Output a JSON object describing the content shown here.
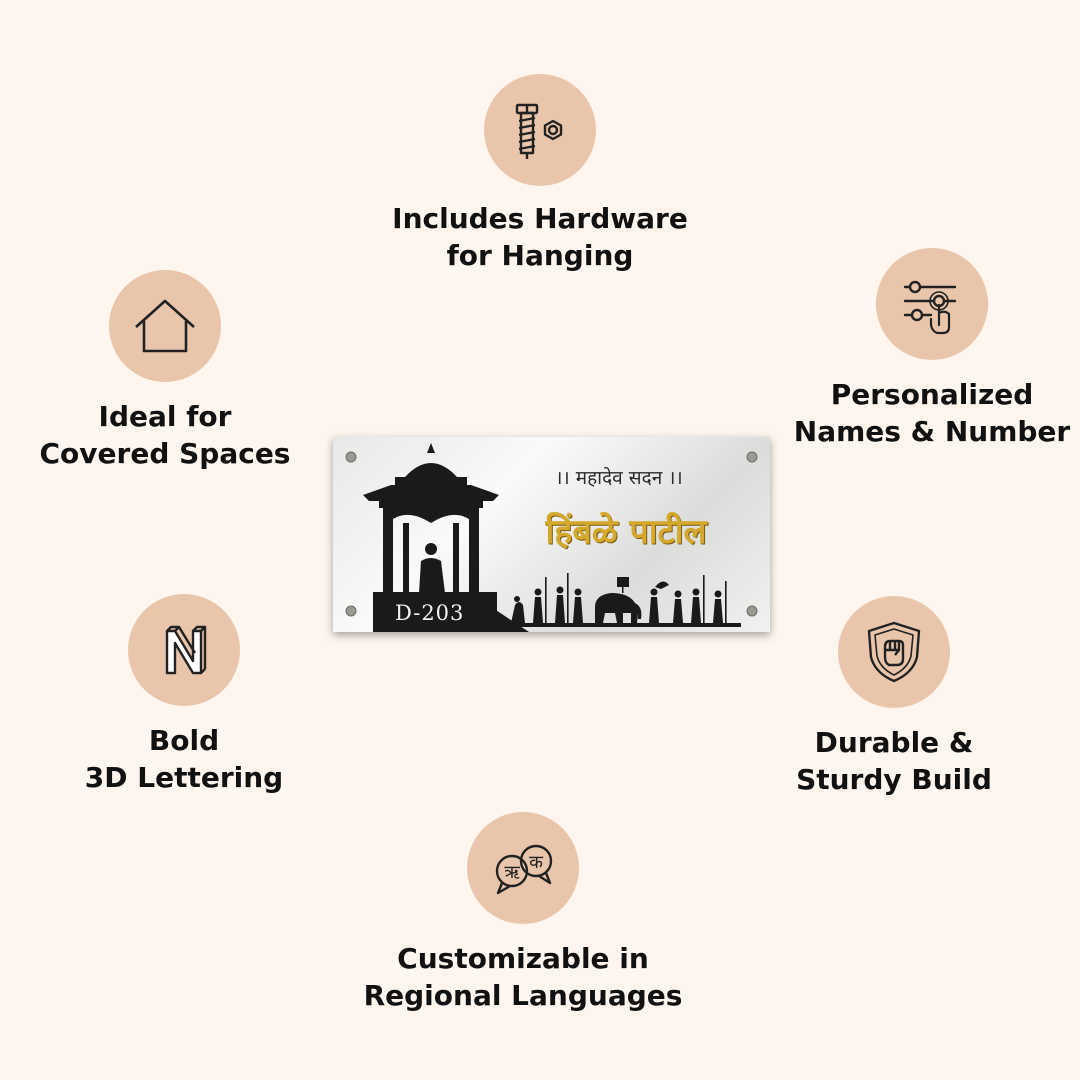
{
  "features": {
    "hardware": {
      "icon": "screw-and-nut-icon",
      "line1": "Includes Hardware",
      "line2": "for Hanging"
    },
    "personalized": {
      "icon": "sliders-touch-icon",
      "line1": "Personalized",
      "line2": "Names & Number"
    },
    "covered": {
      "icon": "house-icon",
      "line1": "Ideal for",
      "line2": "Covered Spaces"
    },
    "bold": {
      "icon": "3d-letter-n-icon",
      "line1": "Bold",
      "line2": "3D Lettering"
    },
    "durable": {
      "icon": "shield-fist-icon",
      "line1": "Durable &",
      "line2": "Sturdy Build"
    },
    "regional": {
      "icon": "language-speech-bubbles-icon",
      "line1": "Customizable in",
      "line2": "Regional Languages"
    }
  },
  "plaque": {
    "motto": "।। महादेव सदन ।।",
    "name": "हिंबळे पाटील",
    "number": "D-203"
  },
  "colors": {
    "background": "#fdf5ee",
    "icon_circle": "#e9c6ab",
    "text": "#111111",
    "gold": "#d4a82c"
  }
}
